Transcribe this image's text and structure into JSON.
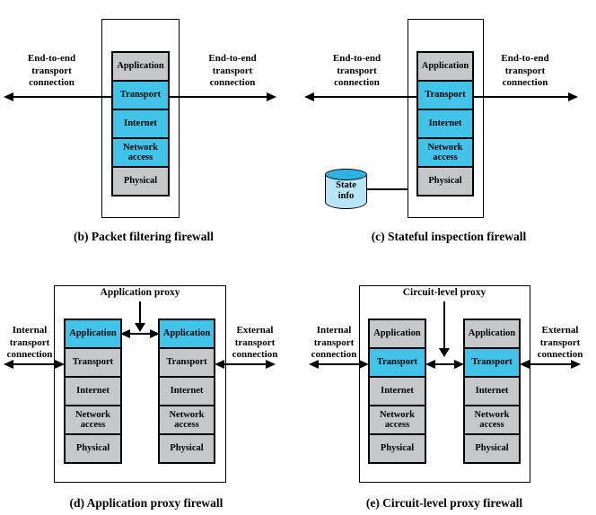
{
  "colors": {
    "highlight": "#41C3EA",
    "neutral": "#C6C7C8",
    "cylinder_top": "#2CB1E3",
    "cylinder_body": "#B8E6F6"
  },
  "panels": {
    "b": {
      "caption": "(b) Packet filtering firewall",
      "left_label": "End-to-end\ntransport\nconnection",
      "right_label": "End-to-end\ntransport\nconnection",
      "layers": [
        {
          "label": "Application",
          "color": "#C6C7C8"
        },
        {
          "label": "Transport",
          "color": "#41C3EA"
        },
        {
          "label": "Internet",
          "color": "#41C3EA"
        },
        {
          "label": "Network\naccess",
          "color": "#41C3EA"
        },
        {
          "label": "Physical",
          "color": "#C6C7C8"
        }
      ]
    },
    "c": {
      "caption": "(c) Stateful inspection firewall",
      "left_label": "End-to-end\ntransport\nconnection",
      "right_label": "End-to-end\ntransport\nconnection",
      "state_info_label": "State\ninfo",
      "layers": [
        {
          "label": "Application",
          "color": "#C6C7C8"
        },
        {
          "label": "Transport",
          "color": "#41C3EA"
        },
        {
          "label": "Internet",
          "color": "#41C3EA"
        },
        {
          "label": "Network\naccess",
          "color": "#41C3EA"
        },
        {
          "label": "Physical",
          "color": "#C6C7C8"
        }
      ]
    },
    "d": {
      "caption": "(d) Application proxy firewall",
      "proxy_label": "Application proxy",
      "left_label": "Internal\ntransport\nconnection",
      "right_label": "External\ntransport\nconnection",
      "layers": [
        {
          "label": "Application",
          "color": "#41C3EA"
        },
        {
          "label": "Transport",
          "color": "#C6C7C8"
        },
        {
          "label": "Internet",
          "color": "#C6C7C8"
        },
        {
          "label": "Network\naccess",
          "color": "#C6C7C8"
        },
        {
          "label": "Physical",
          "color": "#C6C7C8"
        }
      ]
    },
    "e": {
      "caption": "(e) Circuit-level proxy firewall",
      "proxy_label": "Circuit-level proxy",
      "left_label": "Internal\ntransport\nconnection",
      "right_label": "External\ntransport\nconnection",
      "layers": [
        {
          "label": "Application",
          "color": "#C6C7C8"
        },
        {
          "label": "Transport",
          "color": "#41C3EA"
        },
        {
          "label": "Internet",
          "color": "#C6C7C8"
        },
        {
          "label": "Network\naccess",
          "color": "#C6C7C8"
        },
        {
          "label": "Physical",
          "color": "#C6C7C8"
        }
      ]
    }
  }
}
